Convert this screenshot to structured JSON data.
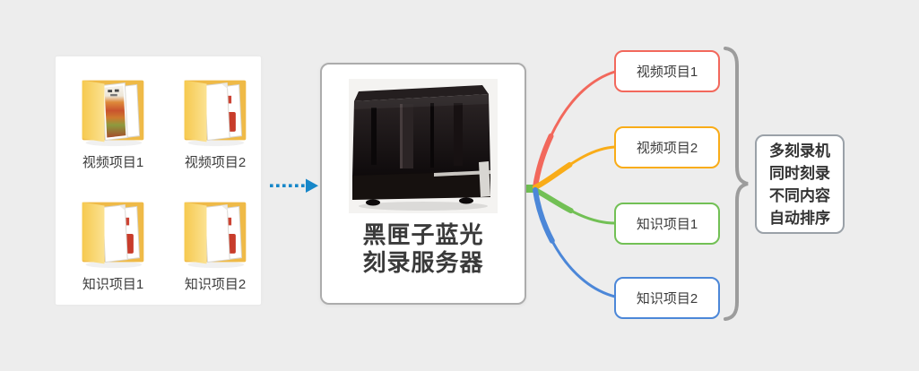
{
  "canvas": {
    "background": "#EDEDED",
    "text_color": "#3B3B3B"
  },
  "source_panel": {
    "folders": [
      {
        "label": "视频项目1",
        "icon": "folder-with-photo-icon"
      },
      {
        "label": "视频项目2",
        "icon": "folder-with-documents-icon"
      },
      {
        "label": "知识项目1",
        "icon": "folder-with-documents-icon"
      },
      {
        "label": "知识项目2",
        "icon": "folder-with-documents-icon"
      }
    ]
  },
  "flow": {
    "arrow_icon": "dotted-arrow-right-icon",
    "arrow_color": "#1787C9"
  },
  "server": {
    "title_line1": "黑匣子蓝光",
    "title_line2": "刻录服务器",
    "photo": "black-disc-burning-server",
    "border_color": "#ACACAC"
  },
  "trunk_color": "#6FBE52",
  "outputs": [
    {
      "label": "视频项目1",
      "color": "#F2685C"
    },
    {
      "label": "视频项目2",
      "color": "#F9AC18"
    },
    {
      "label": "知识项目1",
      "color": "#72C055"
    },
    {
      "label": "知识项目2",
      "color": "#4C87D8"
    }
  ],
  "brace": {
    "color": "#9C9C9C"
  },
  "note": {
    "lines": [
      "多刻录机",
      "同时刻录",
      "不同内容",
      "自动排序"
    ],
    "border_color": "#9AA1A8"
  }
}
